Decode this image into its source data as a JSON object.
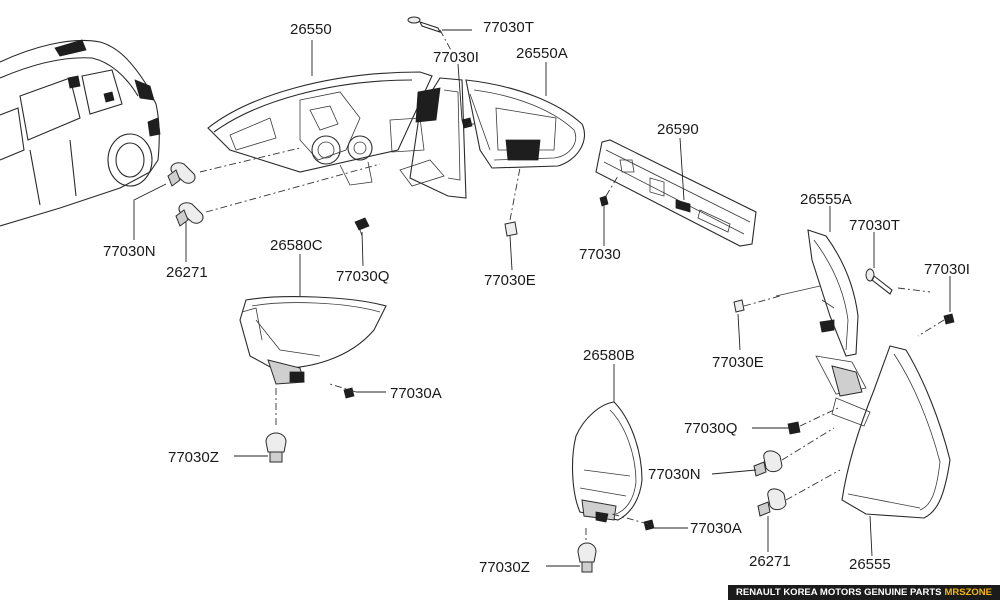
{
  "diagram": {
    "title": "Rear combination lamp assembly exploded view",
    "labels": {
      "p26550": "26550",
      "p77030T_top": "77030T",
      "p77030I_top": "77030I",
      "p26550A": "26550A",
      "p26590": "26590",
      "p77030N_left": "77030N",
      "p26271_left": "26271",
      "p26580C": "26580C",
      "p77030Q_left": "77030Q",
      "p77030E_mid": "77030E",
      "p77030_mid": "77030",
      "p26555A": "26555A",
      "p77030T_right": "77030T",
      "p77030I_right": "77030I",
      "p77030E_right": "77030E",
      "p77030A_left": "77030A",
      "p77030Z_left": "77030Z",
      "p26580B": "26580B",
      "p77030Q_right": "77030Q",
      "p77030N_right": "77030N",
      "p77030A_right": "77030A",
      "p26271_right": "26271",
      "p26555": "26555",
      "p77030Z_right": "77030Z"
    }
  },
  "footer": {
    "text": "RENAULT KOREA MOTORS GENUINE PARTS",
    "brand": "MRSZONE"
  }
}
